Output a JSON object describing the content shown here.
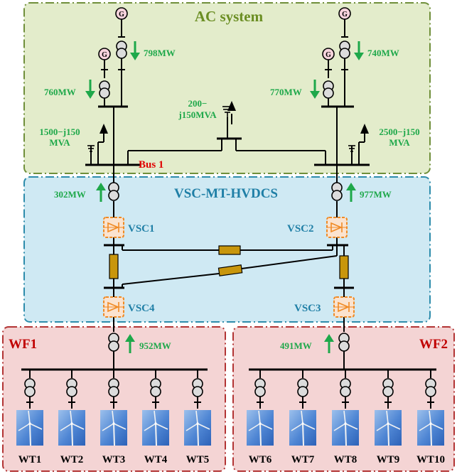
{
  "regions": {
    "ac_system": "AC system",
    "hvdc": "VSC-MT-HVDCS",
    "wf1": "WF1",
    "wf2": "WF2"
  },
  "bus_label": "Bus 1",
  "generator_symbol": "G",
  "power_flows": {
    "g_left_top": "798MW",
    "g_left_low": "760MW",
    "g_right_top": "740MW",
    "g_right_low": "770MW",
    "t_vsc1": "302MW",
    "t_vsc2": "977MW",
    "t_wf1": "952MW",
    "t_wf2": "491MW"
  },
  "loads": {
    "left": [
      "1500−j150",
      "MVA"
    ],
    "center": [
      "200−",
      "j150MVA"
    ],
    "right": [
      "2500−j150",
      "MVA"
    ]
  },
  "converters": [
    "VSC1",
    "VSC2",
    "VSC3",
    "VSC4"
  ],
  "turbines_wf1": [
    "WT1",
    "WT2",
    "WT3",
    "WT4",
    "WT5"
  ],
  "turbines_wf2": [
    "WT6",
    "WT7",
    "WT8",
    "WT9",
    "WT10"
  ],
  "colors": {
    "ac_fill": "#e3eccb",
    "ac_border": "#6f8f3a",
    "ac_title": "#6b8e23",
    "hvdc_fill": "#cfe9f3",
    "hvdc_border": "#2d8cab",
    "hvdc_title": "#1f7fa6",
    "wf_fill": "#f4d4d4",
    "wf_border": "#b23434",
    "wf_title": "#c00000",
    "flow_green": "#1ea84a",
    "bus_red": "#e00000",
    "vsc_orange": "#f08a24",
    "cable_gold": "#c8960c",
    "sky_blue": "#5b8fd6"
  }
}
